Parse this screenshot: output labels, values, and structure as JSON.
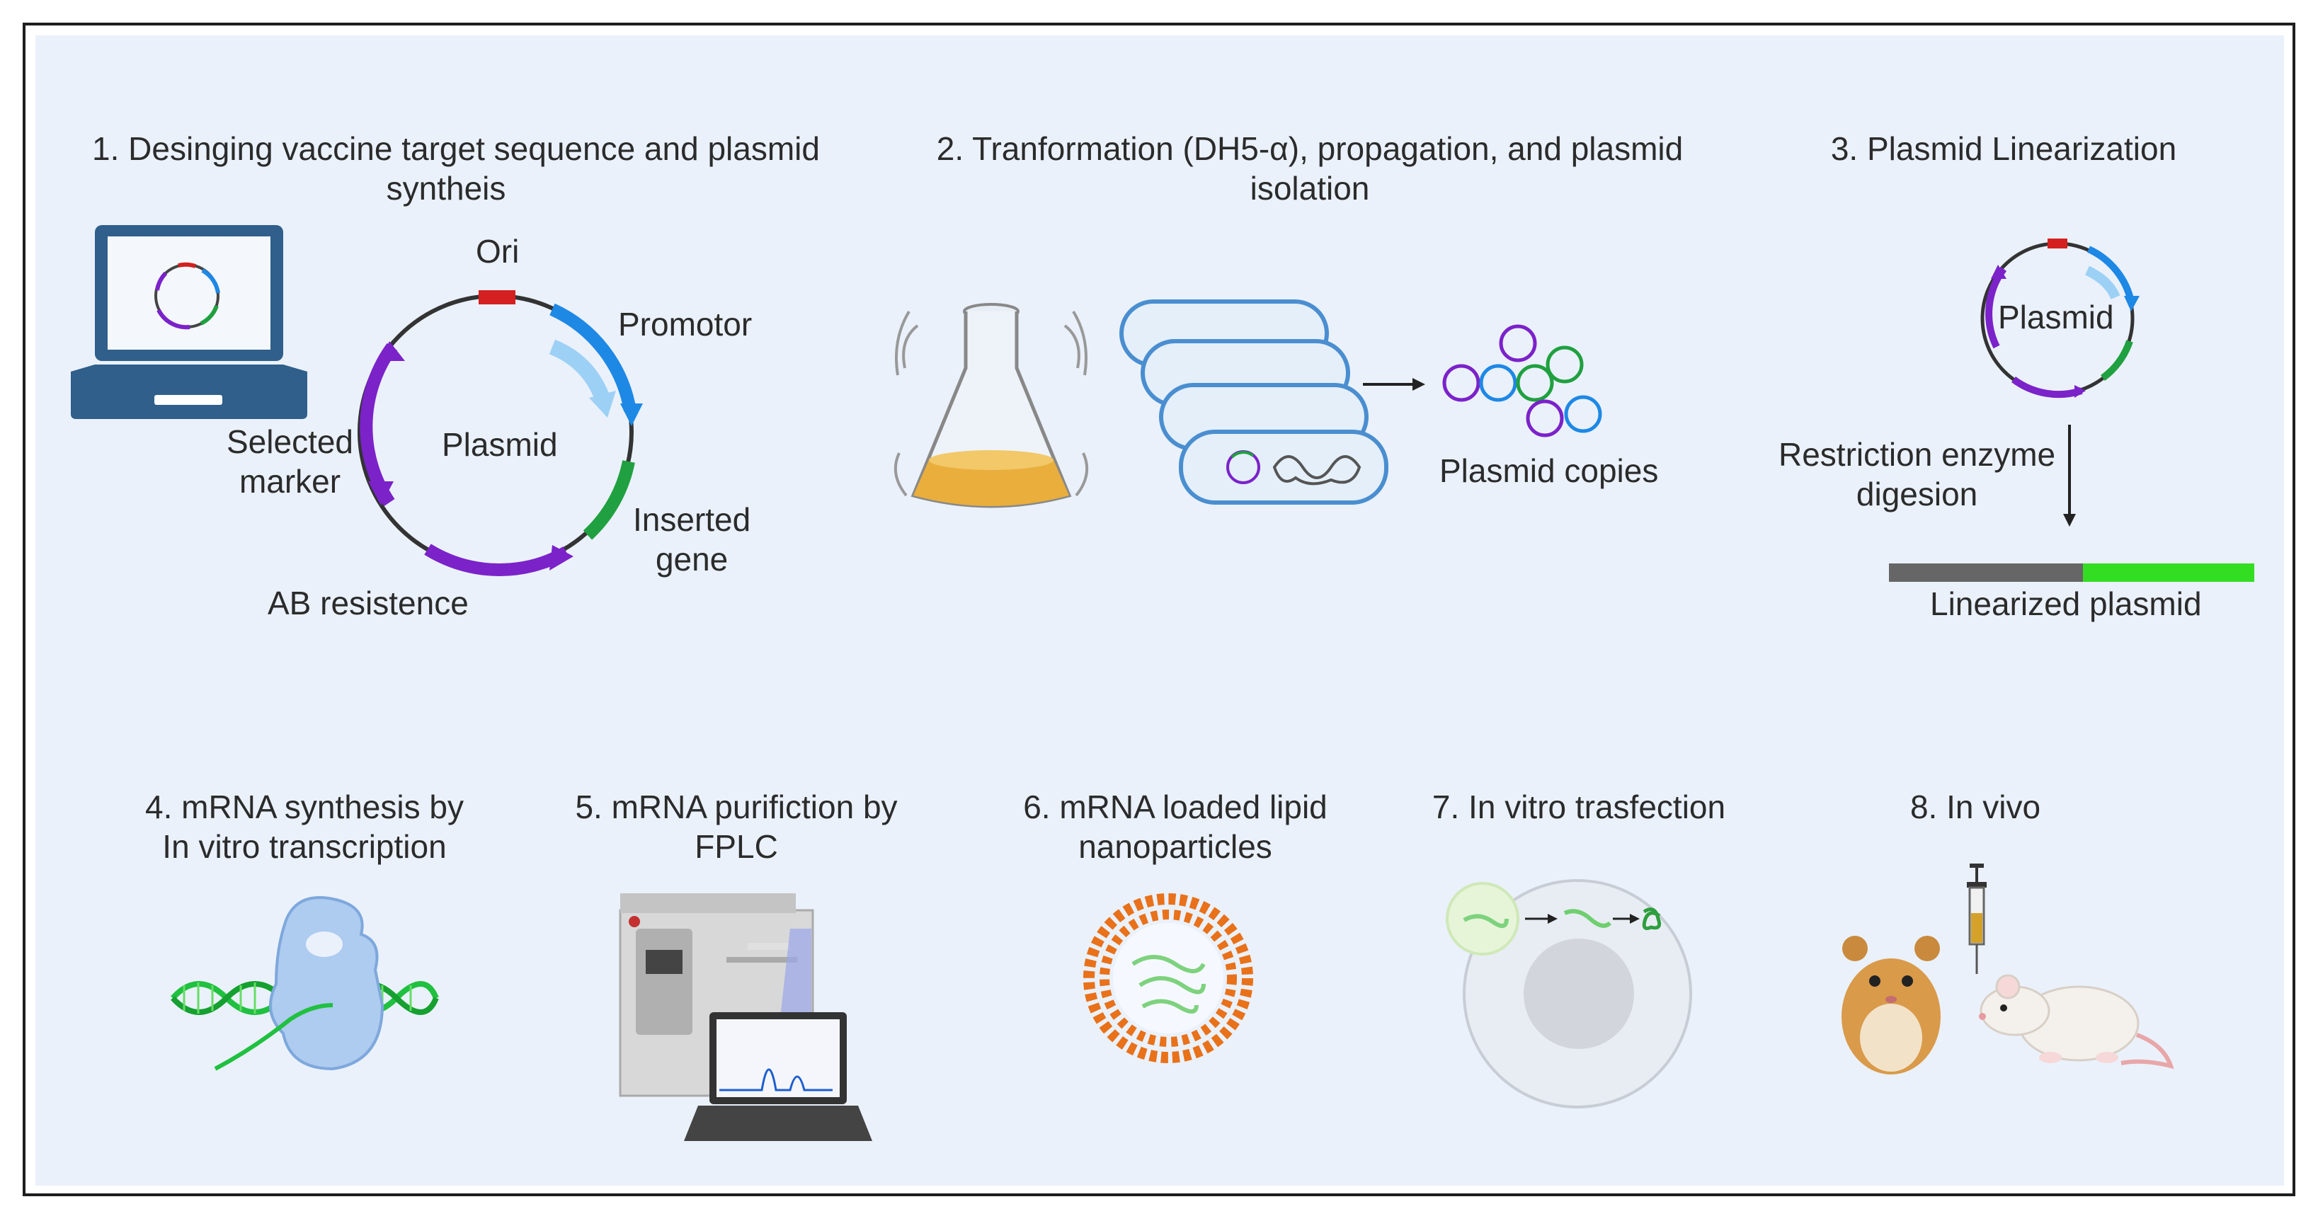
{
  "steps": {
    "s1": {
      "line1": "1. Desinging vaccine target sequence and plasmid",
      "line2": "syntheis"
    },
    "s2": {
      "line1": "2. Tranformation (DH5-α), propagation, and plasmid",
      "line2": "isolation"
    },
    "s3": {
      "line1": "3. Plasmid Linearization"
    },
    "s4": {
      "line1": "4. mRNA synthesis by",
      "line2": "In vitro transcription"
    },
    "s5": {
      "line1": "5. mRNA purifiction by",
      "line2": "FPLC"
    },
    "s6": {
      "line1": "6. mRNA loaded lipid",
      "line2": "nanoparticles"
    },
    "s7": {
      "line1": "7. In vitro trasfection"
    },
    "s8": {
      "line1": "8. In vivo"
    }
  },
  "plasmid_map": {
    "ori": "Ori",
    "promotor": "Promotor",
    "center": "Plasmid",
    "marker_line1": "Selected",
    "marker_line2": "marker",
    "gene_line1": "Inserted",
    "gene_line2": "gene",
    "ab": "AB resistence"
  },
  "propagation": {
    "copies": "Plasmid copies"
  },
  "linearization": {
    "center": "Plasmid",
    "enzyme_line1": "Restriction enzyme",
    "enzyme_line2": "digesion",
    "result": "Linearized plasmid"
  },
  "colors": {
    "ori": "#d42020",
    "promotor": "#1e88e5",
    "gene": "#20a040",
    "marker": "#7b22c9",
    "linear_gray": "#666666",
    "linear_green": "#33dd22",
    "laptop": "#2f5f8a",
    "lipid": "#e8711a"
  }
}
